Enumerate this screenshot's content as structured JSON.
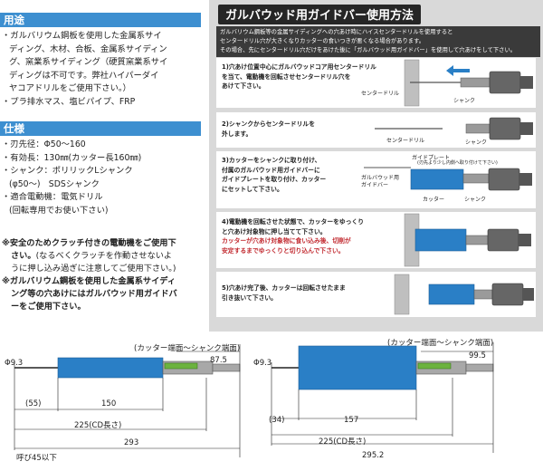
{
  "usage": {
    "heading": "用途",
    "lines": [
      "・ガルバリウム鋼板を使用した金属系サイ",
      "ディング、木材、合板、金属系サイディン",
      "グ、窯業系サイディング（硬質窯業系サイ",
      "ディングは不可です。弊社ハイパーダイ",
      "ヤコアドリルをご使用下さい。）",
      "・プラ排水マス、塩ビパイプ、FRP"
    ]
  },
  "specs": {
    "heading": "仕様",
    "lines": [
      "・刃先径：Φ50〜160",
      "・有効長：130㎜(カッター長160㎜)",
      "・シャンク：ポリリックLシャンク",
      "(φ50〜)　SDSシャンク",
      "・適合電動機：電気ドリル",
      "(回転専用でお使い下さい)"
    ]
  },
  "notes": {
    "note1": [
      "※安全のためクラッチ付きの電動機をご使用下",
      "さい。",
      "(なるべくクラッチを作動させないよ",
      "うに押し込み過ぎに注意してご使用下さい。)"
    ],
    "note2": [
      "※ガルバリウム鋼板を使用した金属系サイディ",
      "ング等の穴あけにはガルバウッド用ガイドバ",
      "ーをご使用下さい。"
    ]
  },
  "guide": {
    "title": "ガルバウッド用ガイドバー使用方法",
    "description": [
      "ガルバリウム鋼板等の金属サイディングへの穴あけ時にハイスセンタードリルを使用すると",
      "センタードリル穴が大きくなりカッターの食いつきが悪くなる場合があります。",
      "その場合、先にセンタードリル穴だけをあけた後に「ガルバウッド用ガイドバー」を使用して穴あけをして下さい。"
    ],
    "steps": [
      {
        "lines": [
          "1)穴あけ位置中心にガルバウッドコア用センタードリル",
          "を当て、電動機を回転させセンタードリル穴を",
          "あけて下さい。"
        ],
        "labels": [
          "センタードリル",
          "シャンク"
        ]
      },
      {
        "lines": [
          "2)シャンクからセンタードリルを",
          "外します。"
        ],
        "labels": [
          "センタードリル",
          "シャンク"
        ]
      },
      {
        "lines": [
          "3)カッターをシャンクに取り付け、",
          "付属のガルバウッド用ガイドバーに",
          "ガイドプレートを取り付け、カッター",
          "にセットして下さい。"
        ],
        "labels": [
          "ガイドプレート",
          "(刃先より少し内側へ取り付けて下さい)",
          "ガルバウッド用",
          "ガイドバー",
          "カッター",
          "シャンク"
        ]
      },
      {
        "lines": [
          "4)電動機を回転させた状態で、カッターをゆっくり",
          "と穴あけ対象物に押し当てて下さい。",
          "カッターが穴あけ対象物に食い込み後、切削が",
          "安定するまでゆっくりと切り込んで下さい。"
        ]
      },
      {
        "lines": [
          "5)穴あけ完了後、カッターは回転させたまま",
          "引き抜いて下さい。"
        ]
      }
    ]
  },
  "drawings": {
    "left": {
      "top_label": "(カッター端面〜シャンク端面)",
      "diameter": "Φ9.3",
      "d_87_5": "87.5",
      "d_55": "(55)",
      "d_150": "150",
      "d_225": "225(CD長さ)",
      "d_293": "293",
      "footnote": "呼び45以下"
    },
    "right": {
      "top_label": "(カッター端面〜シャンク端面)",
      "diameter": "Φ9.3",
      "d_99_5": "99.5",
      "d_34": "(34)",
      "d_157": "157",
      "d_225": "225(CD長さ)",
      "d_295_2": "295.2"
    }
  },
  "colors": {
    "heading_bg": "#3d8fd0",
    "panel_bg": "#d9d9d9",
    "cutter_blue": "#2a7fc6",
    "accent_red": "#c1272d"
  }
}
